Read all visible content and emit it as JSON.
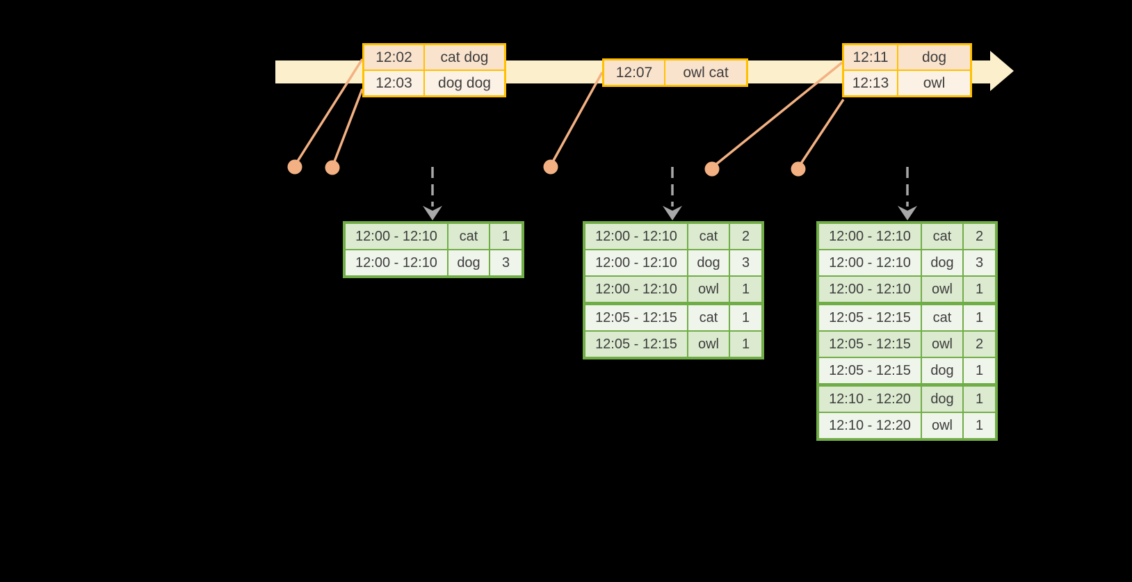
{
  "colors": {
    "background": "#000000",
    "timeline_band": "#FCF0CC",
    "event_border": "#FFC000",
    "event_row_fill_a": "#FAE3CD",
    "event_row_fill_b": "#FCF1E5",
    "connector": "#F3B183",
    "table_border": "#70AD47",
    "table_row_fill_a": "#DCEAD0",
    "table_row_fill_b": "#F0F5EB",
    "trigger_arrow": "#A8A8A8",
    "text": "#3D3D3D"
  },
  "timeline": {
    "event_boxes": [
      {
        "rows": [
          {
            "time": "12:02",
            "words": "cat dog"
          },
          {
            "time": "12:03",
            "words": "dog dog"
          }
        ]
      },
      {
        "rows": [
          {
            "time": "12:07",
            "words": "owl cat"
          }
        ]
      },
      {
        "rows": [
          {
            "time": "12:11",
            "words": "dog"
          },
          {
            "time": "12:13",
            "words": "owl"
          }
        ]
      }
    ]
  },
  "result_tables": [
    {
      "rows": [
        {
          "window": "12:00 - 12:10",
          "word": "cat",
          "count": "1"
        },
        {
          "window": "12:00 - 12:10",
          "word": "dog",
          "count": "3"
        }
      ]
    },
    {
      "rows": [
        {
          "window": "12:00 - 12:10",
          "word": "cat",
          "count": "2"
        },
        {
          "window": "12:00 - 12:10",
          "word": "dog",
          "count": "3"
        },
        {
          "window": "12:00 - 12:10",
          "word": "owl",
          "count": "1"
        },
        {
          "window": "12:05 - 12:15",
          "word": "cat",
          "count": "1"
        },
        {
          "window": "12:05 - 12:15",
          "word": "owl",
          "count": "1"
        }
      ]
    },
    {
      "rows": [
        {
          "window": "12:00 - 12:10",
          "word": "cat",
          "count": "2"
        },
        {
          "window": "12:00 - 12:10",
          "word": "dog",
          "count": "3"
        },
        {
          "window": "12:00 - 12:10",
          "word": "owl",
          "count": "1"
        },
        {
          "window": "12:05 - 12:15",
          "word": "cat",
          "count": "1"
        },
        {
          "window": "12:05 - 12:15",
          "word": "owl",
          "count": "2"
        },
        {
          "window": "12:05 - 12:15",
          "word": "dog",
          "count": "1"
        },
        {
          "window": "12:10 - 12:20",
          "word": "dog",
          "count": "1"
        },
        {
          "window": "12:10 - 12:20",
          "word": "owl",
          "count": "1"
        }
      ]
    }
  ]
}
